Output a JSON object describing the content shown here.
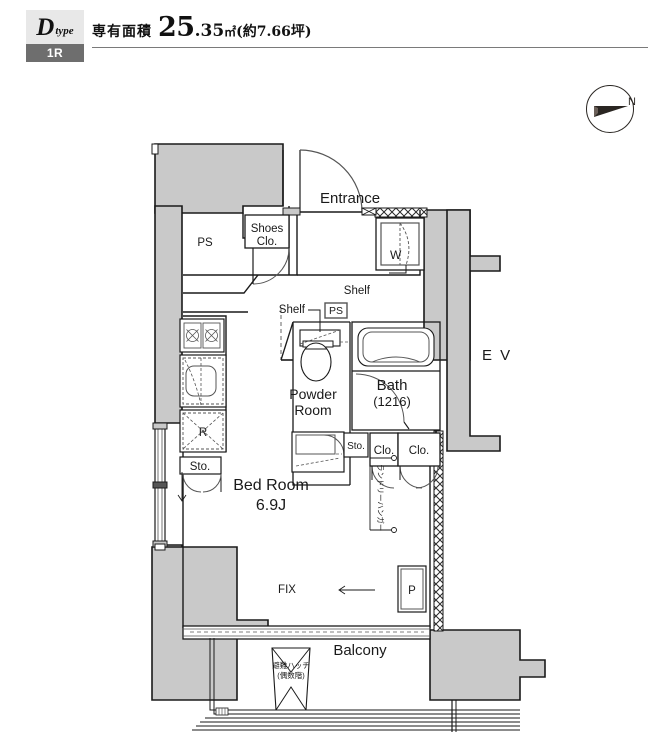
{
  "header": {
    "type_letter": "D",
    "type_suffix": "type",
    "plan_badge": "1R",
    "area_label": "専有面積",
    "area_int": "25",
    "area_dec": ".35",
    "area_unit": "㎡",
    "area_tsubo": "(約7.66坪)"
  },
  "compass": {
    "north_label": "N",
    "icon": "compass-north-arrow"
  },
  "rooms": {
    "entrance": "Entrance",
    "shoes_closet_l1": "Shoes",
    "shoes_closet_l2": "Clo.",
    "powder_l1": "Powder",
    "powder_l2": "Room",
    "bath": "Bath",
    "bath_size": "(1216)",
    "bed_room": "Bed Room",
    "bed_room_size": "6.9J",
    "balcony": "Balcony",
    "elevator": "E V"
  },
  "labels": {
    "ps_left": "PS",
    "ps_mid": "PS",
    "shelf_left": "Shelf",
    "shelf_right": "Shelf",
    "washer": "W",
    "refrigerator": "R",
    "storage_kitchen": "Sto.",
    "storage_powder": "Sto.",
    "closet_1": "Clo.",
    "closet_2": "Clo.",
    "fix_window": "FIX",
    "pipe_space_p": "P",
    "laundry_hanger": "ランドリーハンガー",
    "hatch_l1": "避難ハッチ",
    "hatch_l2": "(偶数階)"
  },
  "colors": {
    "wall_fill": "#c9c9c9",
    "wall_stroke": "#1a1a1a",
    "badge_dark": "#6e6e6e",
    "badge_light": "#e8e8e8",
    "line": "#1a1a1a",
    "thin_line": "#555555"
  }
}
